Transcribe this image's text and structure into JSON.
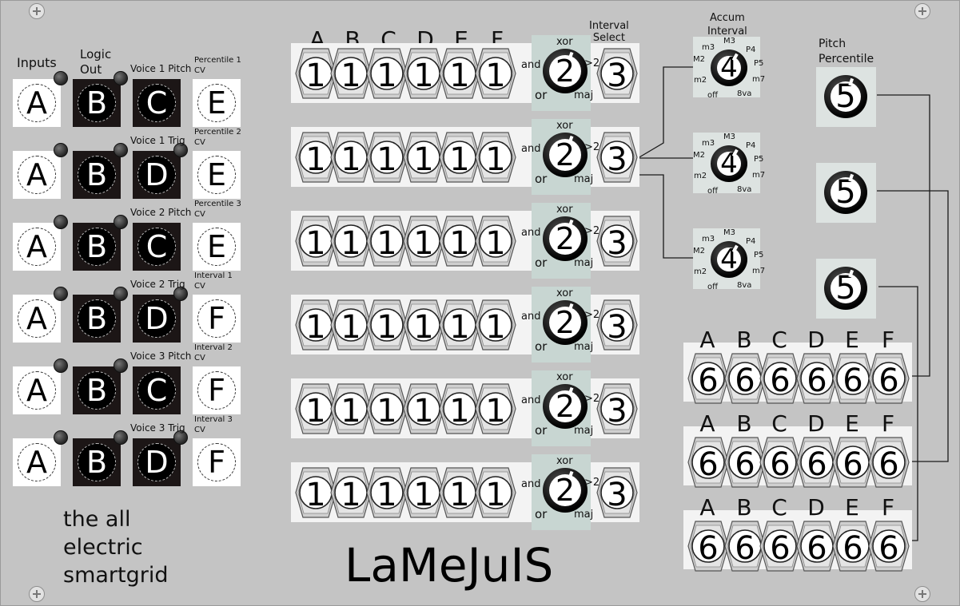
{
  "module": {
    "title": "LaMeJuIS",
    "tagline": [
      "the all",
      "electric",
      "smartgrid"
    ]
  },
  "colors": {
    "panel": "#c4c4c4",
    "jack_black": "#1c1616",
    "strip": "#f3f3f3",
    "knob_area": "#c8d6d2"
  },
  "left": {
    "headers": {
      "inputs": "Inputs",
      "logic_out": [
        "Logic",
        "Out"
      ]
    },
    "rows": [
      {
        "input": "A",
        "logic": "B",
        "voice_label": "Voice 1 Pitch",
        "voice_jack": "C",
        "cv_label": [
          "Percentile 1",
          "CV"
        ],
        "cv_jack": "E"
      },
      {
        "input": "A",
        "logic": "B",
        "voice_label": "Voice 1 Trig",
        "voice_jack": "D",
        "cv_label": [
          "Percentile 2",
          "CV"
        ],
        "cv_jack": "E"
      },
      {
        "input": "A",
        "logic": "B",
        "voice_label": "Voice 2 Pitch",
        "voice_jack": "C",
        "cv_label": [
          "Percentile 3",
          "CV"
        ],
        "cv_jack": "E"
      },
      {
        "input": "A",
        "logic": "B",
        "voice_label": "Voice 2 Trig",
        "voice_jack": "D",
        "cv_label": [
          "Interval 1",
          "CV"
        ],
        "cv_jack": "F"
      },
      {
        "input": "A",
        "logic": "B",
        "voice_label": "Voice 3 Pitch",
        "voice_jack": "C",
        "cv_label": [
          "Interval 2",
          "CV"
        ],
        "cv_jack": "F"
      },
      {
        "input": "A",
        "logic": "B",
        "voice_label": "Voice 3 Trig",
        "voice_jack": "D",
        "cv_label": [
          "Interval 3",
          "CV"
        ],
        "cv_jack": "F"
      }
    ]
  },
  "logic_matrix": {
    "column_headers": [
      "A",
      "B",
      "C",
      "D",
      "E",
      "F"
    ],
    "interval_select_label": [
      "Interval",
      "Select"
    ],
    "rows": [
      {
        "buttons": [
          "1",
          "1",
          "1",
          "1",
          "1",
          "1"
        ],
        "knob": "2",
        "mode_labels": {
          "xor": "xor",
          "and": "and",
          "or": "or",
          "gt2": ">2",
          "maj": "maj"
        },
        "interval_button": "3"
      },
      {
        "buttons": [
          "1",
          "1",
          "1",
          "1",
          "1",
          "1"
        ],
        "knob": "2",
        "mode_labels": {
          "xor": "xor",
          "and": "and",
          "or": "or",
          "gt2": ">2",
          "maj": "maj"
        },
        "interval_button": "3"
      },
      {
        "buttons": [
          "1",
          "1",
          "1",
          "1",
          "1",
          "1"
        ],
        "knob": "2",
        "mode_labels": {
          "xor": "xor",
          "and": "and",
          "or": "or",
          "gt2": ">2",
          "maj": "maj"
        },
        "interval_button": "3"
      },
      {
        "buttons": [
          "1",
          "1",
          "1",
          "1",
          "1",
          "1"
        ],
        "knob": "2",
        "mode_labels": {
          "xor": "xor",
          "and": "and",
          "or": "or",
          "gt2": ">2",
          "maj": "maj"
        },
        "interval_button": "3"
      },
      {
        "buttons": [
          "1",
          "1",
          "1",
          "1",
          "1",
          "1"
        ],
        "knob": "2",
        "mode_labels": {
          "xor": "xor",
          "and": "and",
          "or": "or",
          "gt2": ">2",
          "maj": "maj"
        },
        "interval_button": "3"
      },
      {
        "buttons": [
          "1",
          "1",
          "1",
          "1",
          "1",
          "1"
        ],
        "knob": "2",
        "mode_labels": {
          "xor": "xor",
          "and": "and",
          "or": "or",
          "gt2": ">2",
          "maj": "maj"
        },
        "interval_button": "3"
      }
    ]
  },
  "accum_interval": {
    "label": [
      "Accum",
      "Interval"
    ],
    "knobs": [
      {
        "value": "4",
        "scale": {
          "m3": "m3",
          "M3": "M3",
          "P4": "P4",
          "M2": "M2",
          "P5": "P5",
          "m2": "m2",
          "m7": "m7",
          "off": "off",
          "8va": "8va"
        }
      },
      {
        "value": "4",
        "scale": {
          "m3": "m3",
          "M3": "M3",
          "P4": "P4",
          "M2": "M2",
          "P5": "P5",
          "m2": "m2",
          "m7": "m7",
          "off": "off",
          "8va": "8va"
        }
      },
      {
        "value": "4",
        "scale": {
          "m3": "m3",
          "M3": "M3",
          "P4": "P4",
          "M2": "M2",
          "P5": "P5",
          "m2": "m2",
          "m7": "m7",
          "off": "off",
          "8va": "8va"
        }
      }
    ]
  },
  "pitch_percentile": {
    "label": [
      "Pitch",
      "Percentile"
    ],
    "knobs": [
      "5",
      "5",
      "5"
    ]
  },
  "voice_matrix": {
    "column_headers": [
      "A",
      "B",
      "C",
      "D",
      "E",
      "F"
    ],
    "rows": [
      [
        "6",
        "6",
        "6",
        "6",
        "6",
        "6"
      ],
      [
        "6",
        "6",
        "6",
        "6",
        "6",
        "6"
      ],
      [
        "6",
        "6",
        "6",
        "6",
        "6",
        "6"
      ]
    ]
  }
}
